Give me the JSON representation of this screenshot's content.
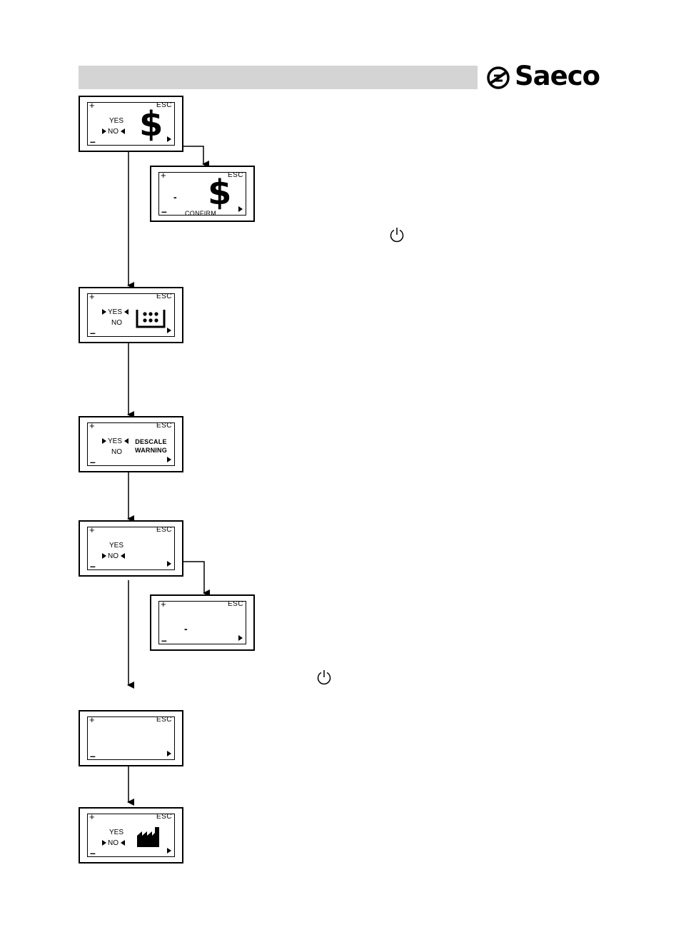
{
  "brand": {
    "name": "Saeco"
  },
  "display": {
    "plus": "+",
    "minus": "–",
    "esc": "ESC",
    "yes": "YES",
    "no": "NO",
    "dollar": "$",
    "dash": "-",
    "confirm": "CONFIRM",
    "descale_line1": "DESCALE",
    "descale_line2": "WARNING"
  },
  "icons": [
    "saeco-logo-icon",
    "dollar-icon",
    "drip-tray-icon",
    "factory-icon",
    "power-icon",
    "arrow-right-icon"
  ]
}
